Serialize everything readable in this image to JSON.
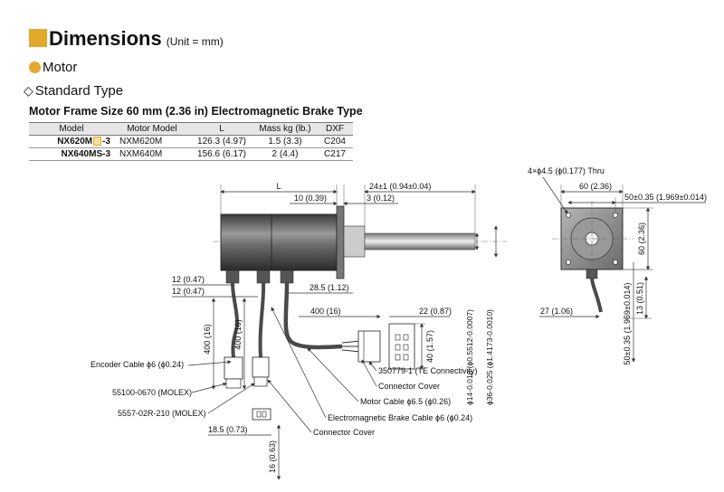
{
  "header": {
    "title": "Dimensions",
    "unit": "(Unit = mm)"
  },
  "section": {
    "motor": "Motor",
    "standard_type": "Standard Type"
  },
  "frame_heading": "Motor Frame Size 60 mm (2.36 in)   Electromagnetic Brake Type",
  "table": {
    "headers": [
      "Model",
      "Motor Model",
      "L",
      "Mass kg (lb.)",
      "DXF"
    ],
    "rows": [
      {
        "model_prefix": "NX620M",
        "model_suffix": "-3",
        "motor": "NXM620M",
        "L": "126.3 (4.97)",
        "mass": "1.5 (3.3)",
        "dxf": "C204"
      },
      {
        "model_prefix": "NX640MS-3",
        "model_suffix": "",
        "motor": "NXM640M",
        "L": "156.6 (6.17)",
        "mass": "2 (4.4)",
        "dxf": "C217"
      }
    ]
  },
  "colors": {
    "accent": "#e3a92a",
    "motor_dark": "#2f2f2f",
    "motor_mid": "#8e8e8e",
    "cable": "#4a4a4a"
  },
  "icons": {
    "title": "square-icon",
    "motor": "circle-icon",
    "type": "diamond-icon"
  },
  "dims": {
    "L": "L",
    "d24": "24±1 (0.94±0.04)",
    "d10": "10 (0.39)",
    "d3": "3 (0.12)",
    "d12a": "12 (0.47)",
    "d12b": "12 (0.47)",
    "d28": "28.5 (1.12)",
    "d400h": "400 (16)",
    "d22": "22 (0.87)",
    "d400v1": "400 (16)",
    "d400v2": "400 (16)",
    "d40": "40 (1.57)",
    "phi14": "ϕ14-0.018 (ϕ0.5512-0.0007)",
    "phi36": "ϕ36-0.025 (ϕ1.4173-0.0010)",
    "d185": "18.5 (0.73)",
    "d16": "16 (0.63)",
    "thru": "4×ϕ4.5 (ϕ0.177) Thru",
    "d60h": "60 (2.36)",
    "d50h": "50±0.35 (1.969±0.014)",
    "d60v": "60 (2.36)",
    "d27": "27 (1.06)",
    "d13": "13 (0.51)",
    "d50v": "50±0.35 (1.969±0.014)"
  },
  "callouts": {
    "encoder_cable": "Encoder Cable ϕ6 (ϕ0.24)",
    "molex1": "55100-0670 (MOLEX)",
    "molex2": "5557-02R-210 (MOLEX)",
    "te": "350779-1 (TE Connectivity)",
    "cover1": "Connector Cover",
    "motor_cable": "Motor Cable ϕ6.5 (ϕ0.26)",
    "brake_cable": "Electromagnetic Brake Cable ϕ6 (ϕ0.24)",
    "cover2": "Connector Cover"
  }
}
